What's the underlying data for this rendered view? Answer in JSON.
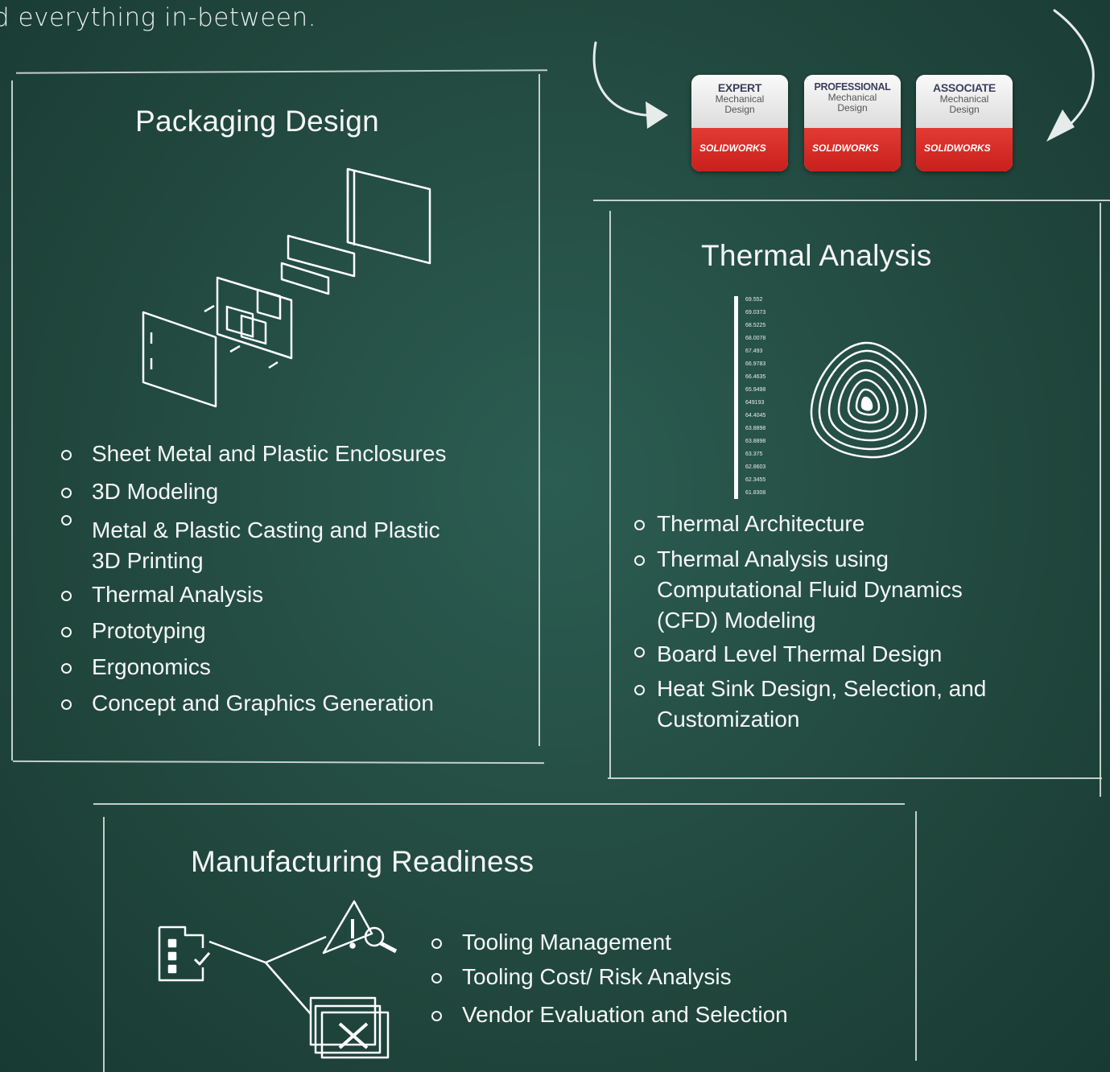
{
  "intro_text": "d everything in-between.",
  "certifications": [
    {
      "level": "EXPERT",
      "line1": "Mechanical",
      "line2": "Design",
      "brand": "SOLIDWORKS"
    },
    {
      "level": "PROFESSIONAL",
      "line1": "Mechanical",
      "line2": "Design",
      "brand": "SOLIDWORKS"
    },
    {
      "level": "ASSOCIATE",
      "line1": "Mechanical",
      "line2": "Design",
      "brand": "SOLIDWORKS"
    }
  ],
  "packaging": {
    "title": "Packaging Design",
    "items": [
      "Sheet Metal and Plastic Enclosures",
      "3D Modeling",
      "Metal & Plastic Casting and Plastic",
      "3D Printing",
      "Thermal Analysis",
      "Prototyping",
      "Ergonomics",
      "Concept and Graphics Generation"
    ]
  },
  "thermal": {
    "title": "Thermal Analysis",
    "scale": [
      "69.552",
      "69.0373",
      "68.5225",
      "68.0078",
      "67.493",
      "66.9783",
      "66.4635",
      "65.9498",
      "649193",
      "64.4045",
      "63.8898",
      "63.8898",
      "63.375",
      "62.8603",
      "62.3455",
      "61.8308"
    ],
    "items": [
      "Thermal Architecture",
      "Thermal Analysis using",
      "Computational Fluid Dynamics",
      "(CFD) Modeling",
      "Board Level Thermal Design",
      "Heat Sink Design, Selection, and",
      "Customization"
    ]
  },
  "manufacturing": {
    "title": "Manufacturing Readiness",
    "items": [
      "Tooling Management",
      "Tooling Cost/ Risk Analysis",
      "Vendor Evaluation and Selection"
    ]
  },
  "colors": {
    "chalkboard": "#22493f",
    "chalk": "#f2f4f2",
    "badge_red": "#d52b26"
  }
}
